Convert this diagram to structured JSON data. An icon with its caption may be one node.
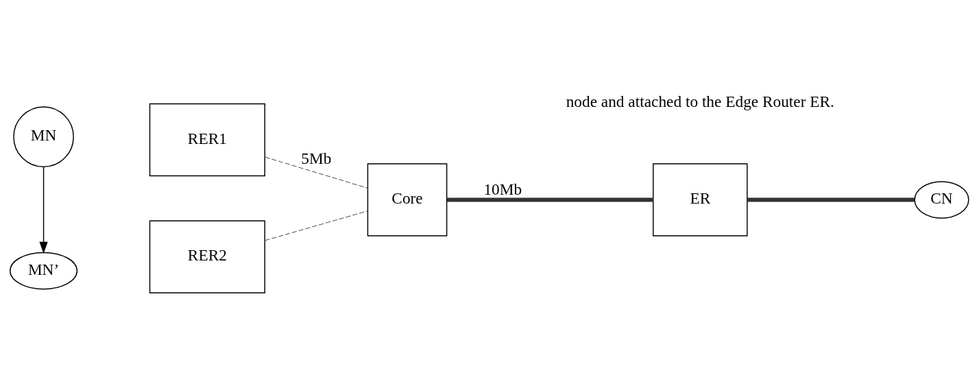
{
  "diagram": {
    "nodes": [
      {
        "text": [
          "MN"
        ]
      },
      {
        "text": [
          "RER1"
        ]
      },
      {
        "text": [
          "Core"
        ]
      },
      {
        "text": [
          "ER"
        ]
      },
      {
        "text": [
          "CN"
        ]
      },
      {
        "text": [
          "MN’"
        ]
      },
      {
        "text": [
          "RER2"
        ]
      }
    ],
    "edges": [
      {
        "from": 0,
        "to": 5,
        "arrow": "to"
      },
      {
        "from": 1,
        "to": 2,
        "arrow": "none",
        "label": "5Mb",
        "style": "dashed"
      },
      {
        "from": 6,
        "to": 2,
        "arrow": "none",
        "style": "dashed"
      },
      {
        "from": 2,
        "to": 3,
        "arrow": "none",
        "label": "10Mb",
        "style": "thick"
      },
      {
        "from": 3,
        "to": 4,
        "arrow": "none",
        "style": "thick"
      }
    ],
    "labels": [
      "node and attached to the Edge Router ER."
    ]
  }
}
